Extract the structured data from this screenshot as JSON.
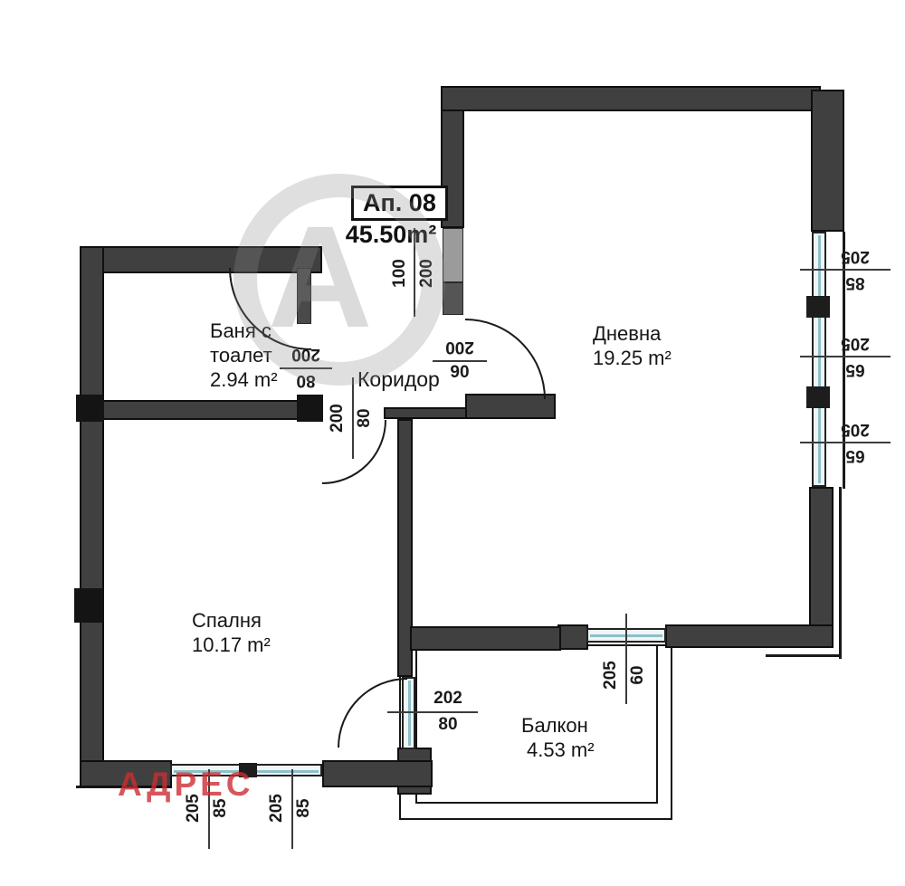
{
  "title": {
    "label": "Ап. 08",
    "area": "45.50m²"
  },
  "rooms": {
    "bath": {
      "line1": "Баня с",
      "line2": "тоалет",
      "area": "2.94 m²"
    },
    "corridor": {
      "name": "Коридор"
    },
    "living": {
      "name": "Дневна",
      "area": "19.25 m²"
    },
    "bedroom": {
      "name": "Спалня",
      "area": "10.17 m²"
    },
    "balcony": {
      "name": "Балкон",
      "area": "4.53 m²"
    }
  },
  "dims": {
    "entry": {
      "num": "100",
      "den": "200"
    },
    "bath_door": {
      "num": "200",
      "den": "80"
    },
    "living_door": {
      "num": "200",
      "den": "90"
    },
    "bedroom_door": {
      "num": "200",
      "den": "80"
    },
    "balcony_door": {
      "num": "202",
      "den": "80"
    },
    "balcony_window": {
      "num": "205",
      "den": "60"
    },
    "right_window_1": {
      "num": "205",
      "den": "85"
    },
    "right_window_2": {
      "num": "205",
      "den": "65"
    },
    "right_window_3": {
      "num": "205",
      "den": "65"
    },
    "bottom_window_1": {
      "num": "205",
      "den": "85"
    },
    "bottom_window_2": {
      "num": "205",
      "den": "85"
    }
  },
  "watermark": {
    "brand": "АДРЕС",
    "logo_letter": "А",
    "brand_color": "#cc2c32"
  },
  "colors": {
    "wall": "#404040",
    "glazing": "#edf5f6",
    "dim_text": "#1b1b1b"
  }
}
